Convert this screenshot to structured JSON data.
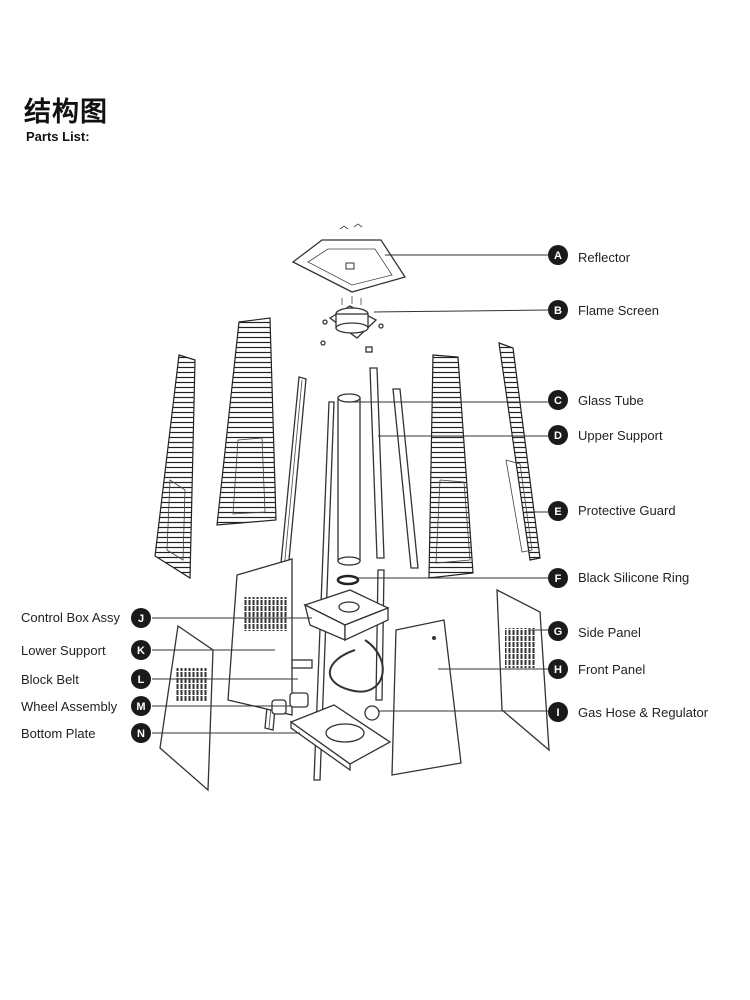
{
  "header": {
    "title_cn": "结构图",
    "title_en": "Parts List:"
  },
  "parts": [
    {
      "letter": "A",
      "name": "Reflector"
    },
    {
      "letter": "B",
      "name": "Flame Screen"
    },
    {
      "letter": "C",
      "name": "Glass Tube"
    },
    {
      "letter": "D",
      "name": "Upper Support"
    },
    {
      "letter": "E",
      "name": "Protective Guard"
    },
    {
      "letter": "F",
      "name": "Black Silicone Ring"
    },
    {
      "letter": "G",
      "name": "Side Panel"
    },
    {
      "letter": "H",
      "name": "Front Panel"
    },
    {
      "letter": "I",
      "name": "Gas Hose & Regulator"
    },
    {
      "letter": "J",
      "name": "Control Box Assy"
    },
    {
      "letter": "K",
      "name": "Lower Support"
    },
    {
      "letter": "L",
      "name": "Block Belt"
    },
    {
      "letter": "M",
      "name": "Wheel Assembly"
    },
    {
      "letter": "N",
      "name": "Bottom Plate"
    }
  ],
  "colors": {
    "badge": "#1a1a1a",
    "line": "#333333",
    "background": "#ffffff"
  }
}
